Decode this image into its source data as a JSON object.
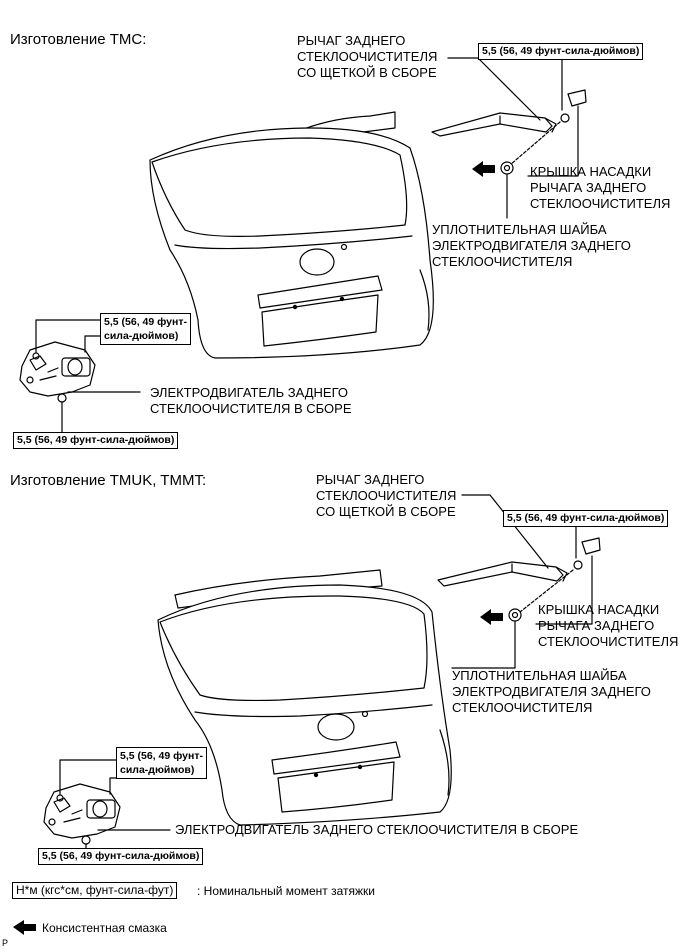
{
  "section1": {
    "title": "Изготовление TMC:",
    "arm_label": [
      "РЫЧАГ ЗАДНЕГО",
      "СТЕКЛООЧИСТИТЕЛЯ",
      "СО ЩЕТКОЙ В СБОРЕ"
    ],
    "cap_label": [
      "КРЫШКА НАСАДКИ",
      "РЫЧАГА ЗАДНЕГО",
      "СТЕКЛООЧИСТИТЕЛЯ"
    ],
    "washer_label": [
      "УПЛОТНИТЕЛЬНАЯ ШАЙБА",
      "ЭЛЕКТРОДВИГАТЕЛЯ ЗАДНЕГО",
      "СТЕКЛООЧИСТИТЕЛЯ"
    ],
    "motor_label": [
      "ЭЛЕКТРОДВИГАТЕЛЬ ЗАДНЕГО",
      "СТЕКЛООЧИСТИТЕЛЯ В СБОРЕ"
    ],
    "torque_arm": "5,5 (56, 49 фунт-сила-дюймов)",
    "torque_motor_top": [
      "5,5 (56, 49 фунт-",
      "сила-дюймов)"
    ],
    "torque_motor_bottom": "5,5 (56, 49 фунт-сила-дюймов)"
  },
  "section2": {
    "title": "Изготовление TMUK, TMMT:",
    "arm_label": [
      "РЫЧАГ ЗАДНЕГО",
      "СТЕКЛООЧИСТИТЕЛЯ",
      "СО ЩЕТКОЙ В СБОРЕ"
    ],
    "cap_label": [
      "КРЫШКА НАСАДКИ",
      "РЫЧАГА ЗАДНЕГО",
      "СТЕКЛООЧИСТИТЕЛЯ"
    ],
    "washer_label": [
      "УПЛОТНИТЕЛЬНАЯ ШАЙБА",
      "ЭЛЕКТРОДВИГАТЕЛЯ ЗАДНЕГО",
      "СТЕКЛООЧИСТИТЕЛЯ"
    ],
    "motor_label": "ЭЛЕКТРОДВИГАТЕЛЬ ЗАДНЕГО СТЕКЛООЧИСТИТЕЛЯ В СБОРЕ",
    "torque_arm": "5,5 (56, 49 фунт-сила-дюймов)",
    "torque_motor_top": [
      "5,5 (56, 49 фунт-",
      "сила-дюймов)"
    ],
    "torque_motor_bottom": "5,5 (56, 49 фунт-сила-дюймов)"
  },
  "legend": {
    "torque_unit": "Н*м (кгс*см, фунт-сила-фут)",
    "torque_desc": ": Номинальный момент затяжки",
    "grease": "Консистентная смазка"
  },
  "footer_mark": "P"
}
